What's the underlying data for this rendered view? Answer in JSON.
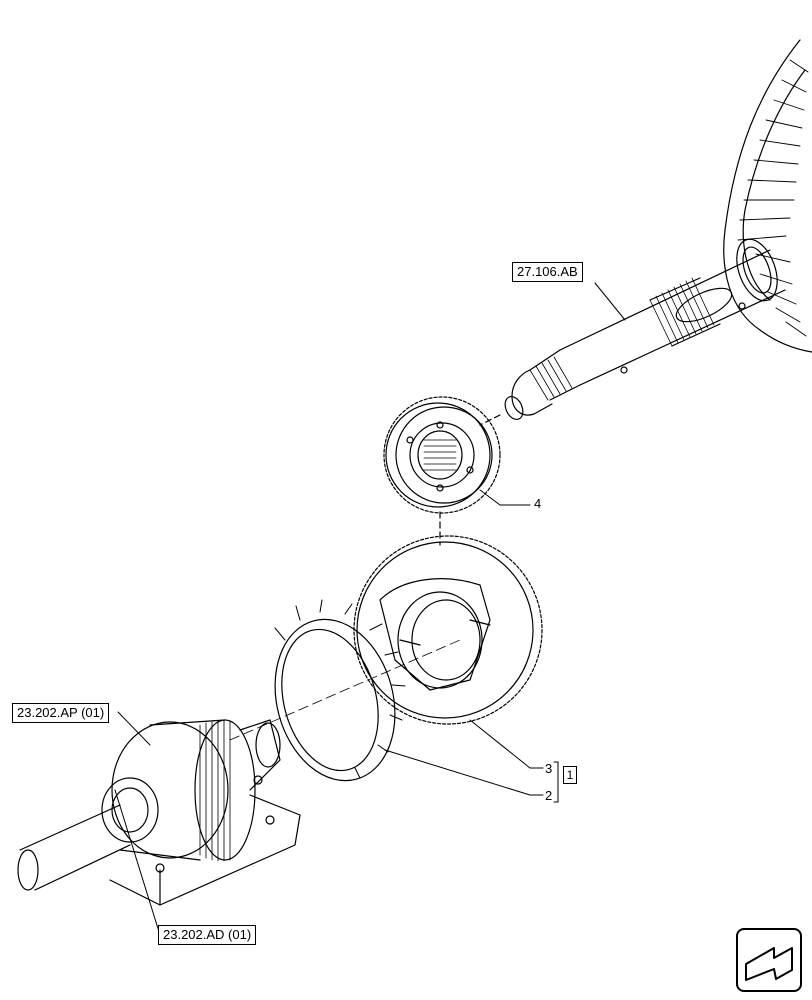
{
  "references": {
    "shaft_ref": "27.106.AB",
    "clutch_ref": "23.202.AP (01)",
    "bearing_ref": "23.202.AD (01)"
  },
  "callouts": {
    "item_4": "4",
    "item_3": "3",
    "item_2": "2",
    "group_ref": "1"
  },
  "nav": {
    "icon": "arrow-icon"
  }
}
